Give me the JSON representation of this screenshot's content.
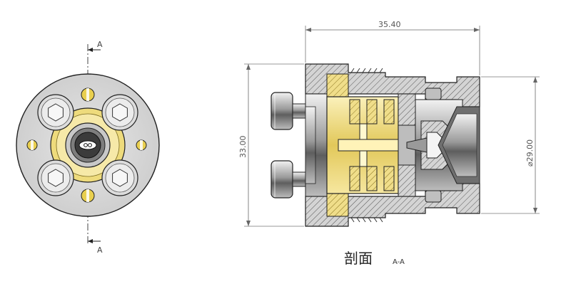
{
  "front_view": {
    "section_mark_top": "A",
    "section_mark_bottom": "A"
  },
  "section_view": {
    "dim_length": "35.40",
    "dim_height": "33.00",
    "dim_diameter": "⌀29.00",
    "caption_main": "剖面",
    "caption_sub": "A-A"
  },
  "colors": {
    "metal": "#c9c9c9",
    "metal_dark": "#8f8f8f",
    "brass": "#e8d36c",
    "brass_light": "#f3e7a3",
    "line": "#222222",
    "dim_line": "#666666"
  }
}
